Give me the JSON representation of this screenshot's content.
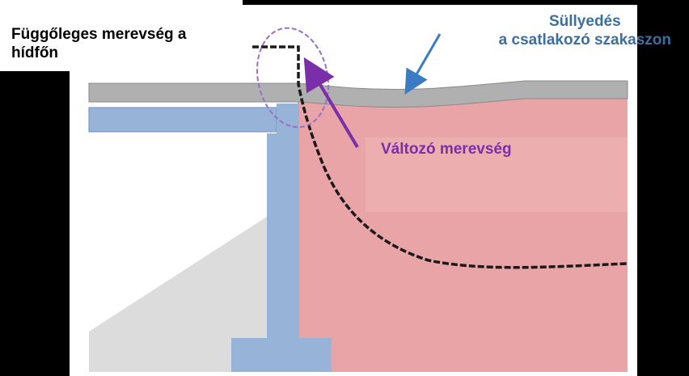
{
  "labels": {
    "vertical_stiffness_line1": "Függőleges merevség a",
    "vertical_stiffness_line2": "hídfőn",
    "settlement_line1": "Süllyedés",
    "settlement_line2": "a csatlakozó szakaszon",
    "variable_stiffness": "Változó merevség"
  },
  "colors": {
    "background": "#000000",
    "panel": "#ffffff",
    "embankment": "#e8a4a6",
    "abutment": "#98b3d8",
    "road": "#b0b0b0",
    "slope": "#dcdcdc",
    "settlement_arrow": "#3a7bc4",
    "variable_arrow": "#7a2ea8",
    "highlight_ellipse": "#9a6fc8"
  },
  "icons": {
    "settlement_pointer": "arrow-down-left-icon",
    "variable_pointer": "arrow-up-left-icon"
  }
}
